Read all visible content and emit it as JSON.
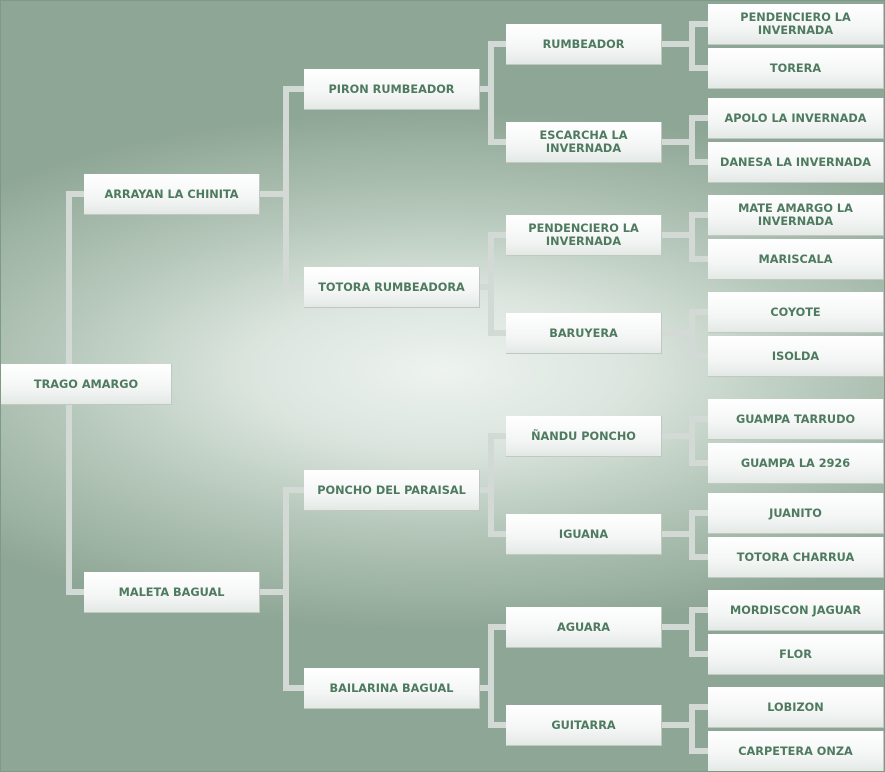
{
  "pedigree": {
    "subject": "TRAGO AMARGO",
    "gen1": [
      "ARRAYAN LA CHINITA",
      "MALETA BAGUAL"
    ],
    "gen2": [
      "PIRON RUMBEADOR",
      "TOTORA RUMBEADORA",
      "PONCHO DEL PARAISAL",
      "BAILARINA BAGUAL"
    ],
    "gen3": [
      "RUMBEADOR",
      "ESCARCHA LA INVERNADA",
      "PENDENCIERO LA INVERNADA",
      "BARUYERA",
      "ÑANDU PONCHO",
      "IGUANA",
      "AGUARA",
      "GUITARRA"
    ],
    "gen4": [
      "PENDENCIERO LA INVERNADA",
      "TORERA",
      "APOLO LA INVERNADA",
      "DANESA LA INVERNADA",
      "MATE AMARGO LA INVERNADA",
      "MARISCALA",
      "COYOTE",
      "ISOLDA",
      "GUAMPA TARRUDO",
      "GUAMPA LA 2926",
      "JUANITO",
      "TOTORA CHARRUA",
      "MORDISCON JAGUAR",
      "FLOR",
      "LOBIZON",
      "CARPETERA ONZA"
    ]
  }
}
